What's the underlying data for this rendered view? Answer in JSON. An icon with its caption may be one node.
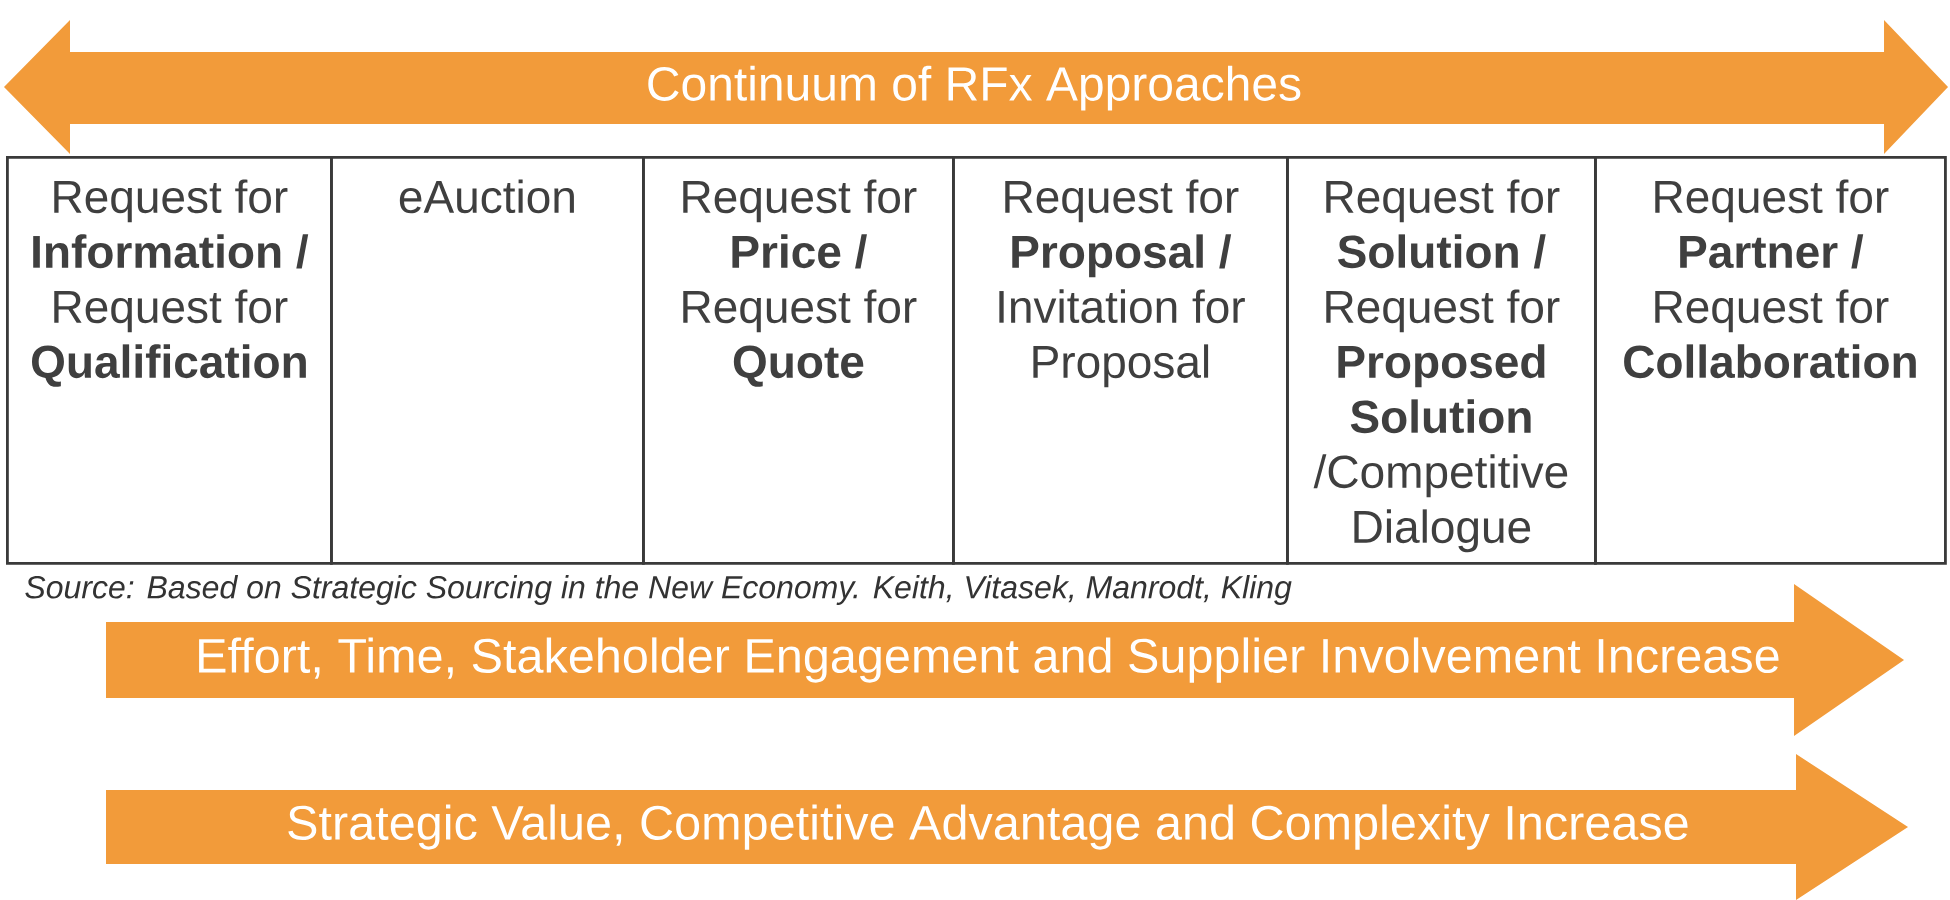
{
  "diagram": {
    "nodes": [
      {
        "text": [
          "Continuum of RFx Approaches"
        ]
      },
      {
        "text": [
          "Request for **Information /** Request for **Qualification**"
        ]
      },
      {
        "text": [
          "eAuction"
        ]
      },
      {
        "text": [
          "Request for **Price /** Request for **Quote**"
        ]
      },
      {
        "text": [
          "Request for **Proposal /** Invitation for Proposal"
        ]
      },
      {
        "text": [
          "Request for **Solution /** Request for **Proposed Solution** /Competitive Dialogue"
        ]
      },
      {
        "text": [
          "Request for **Partner /** Request for **Collaboration**"
        ]
      },
      {
        "text": [
          "Effort, Time, Stakeholder Engagement and Supplier Involvement Increase"
        ]
      },
      {
        "text": [
          "Strategic Value, Competitive Advantage and Complexity Increase"
        ]
      }
    ],
    "labels": [
      "Source:  Based on Strategic Sourcing in the New Economy.  Keith, Vitasek, Manrodt, Kling"
    ]
  }
}
